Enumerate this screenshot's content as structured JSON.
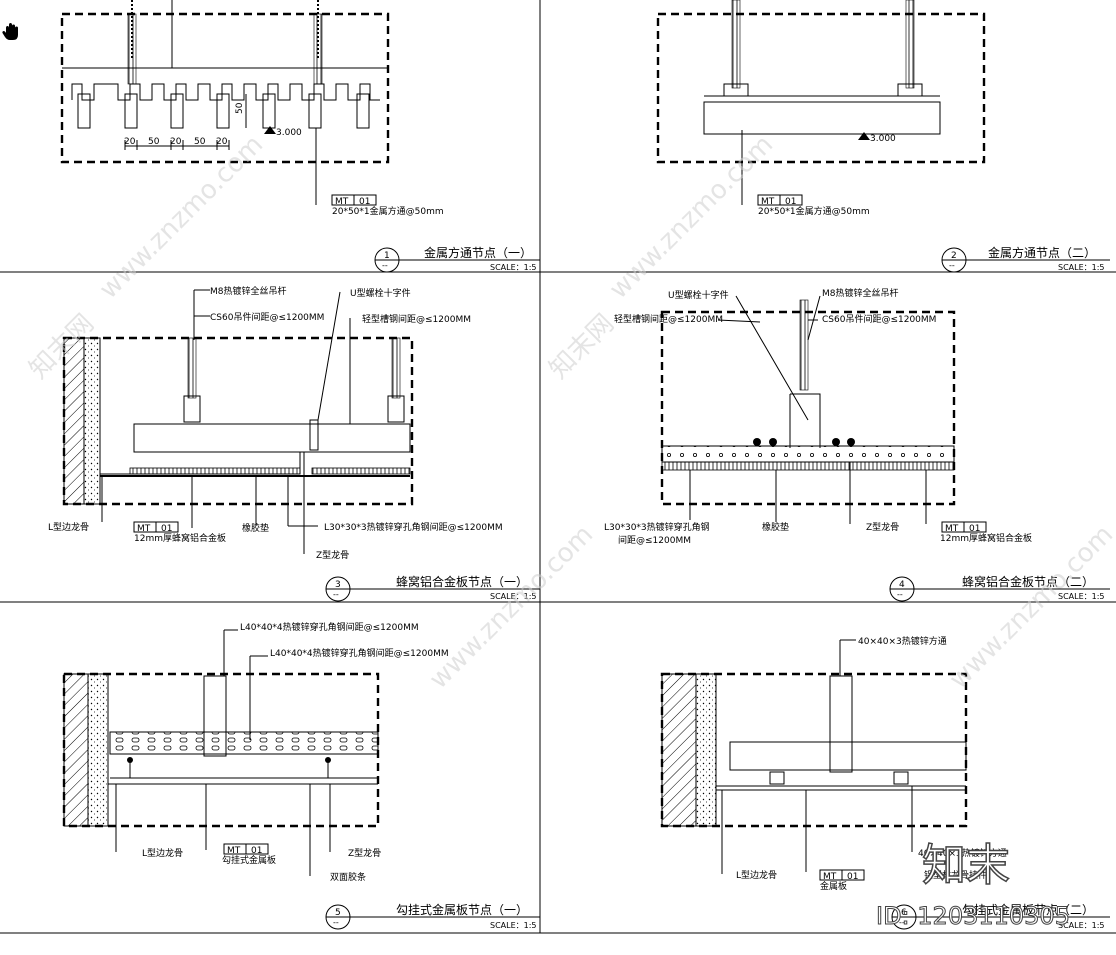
{
  "colors": {
    "line": "#000000",
    "paper": "#ffffff",
    "watermark": "#cfcfcf"
  },
  "toolbar": {
    "hand_tool": "hand-icon"
  },
  "watermark": {
    "site": "www.znzmo.com",
    "logo": "知末网",
    "brand": "知末",
    "id_label": "ID: 1203110305"
  },
  "panels": [
    {
      "num": "1",
      "sub": "--",
      "title": "金属方通节点（一）",
      "scale": "SCALE：1:5",
      "tag_mt": "MT",
      "tag_no": "01",
      "tag_desc": "20*50*1金属方通@50mm",
      "dims": [
        "20",
        "50",
        "20",
        "50",
        "20"
      ],
      "dim_v": "50",
      "level": "3.000"
    },
    {
      "num": "2",
      "sub": "--",
      "title": "金属方通节点（二）",
      "scale": "SCALE：1:5",
      "tag_mt": "MT",
      "tag_no": "01",
      "tag_desc": "20*50*1金属方通@50mm",
      "level": "3.000"
    },
    {
      "num": "3",
      "sub": "--",
      "title": "蜂窝铝合金板节点（一）",
      "scale": "SCALE：1:5",
      "labels": [
        "M8热镀锌全丝吊杆",
        "CS60吊件间距@≤1200MM",
        "U型螺栓十字件",
        "轻型槽钢间距@≤1200MM",
        "L型边龙骨",
        "12mm厚蜂窝铝合金板",
        "橡胶垫",
        "L30*30*3热镀锌穿孔角钢间距@≤1200MM",
        "Z型龙骨"
      ],
      "tag_mt": "MT",
      "tag_no": "01"
    },
    {
      "num": "4",
      "sub": "--",
      "title": "蜂窝铝合金板节点（二）",
      "scale": "SCALE：1:5",
      "labels": [
        "U型螺栓十字件",
        "M8热镀锌全丝吊杆",
        "轻型槽钢间距@≤1200MM",
        "CS60吊件间距@≤1200MM",
        "L30*30*3热镀锌穿孔角钢",
        "间距@≤1200MM",
        "橡胶垫",
        "Z型龙骨",
        "12mm厚蜂窝铝合金板"
      ],
      "tag_mt": "MT",
      "tag_no": "01"
    },
    {
      "num": "5",
      "sub": "--",
      "title": "勾挂式金属板节点（一）",
      "scale": "SCALE：1:5",
      "labels": [
        "L40*40*4热镀锌穿孔角钢间距@≤1200MM",
        "L40*40*4热镀锌穿孔角钢间距@≤1200MM",
        "L型边龙骨",
        "勾挂式金属板",
        "Z型龙骨",
        "双面胶条"
      ],
      "tag_mt": "MT",
      "tag_no": "01"
    },
    {
      "num": "6",
      "sub": "--",
      "title": "勾挂式金属板节点（二）",
      "scale": "SCALE：1:5",
      "labels": [
        "40×40×3热镀锌方通",
        "L型边龙骨",
        "金属板",
        "40×40×3热镀锌方通",
        "铝型材龙骨挂件"
      ],
      "tag_mt": "MT",
      "tag_no": "01"
    }
  ]
}
